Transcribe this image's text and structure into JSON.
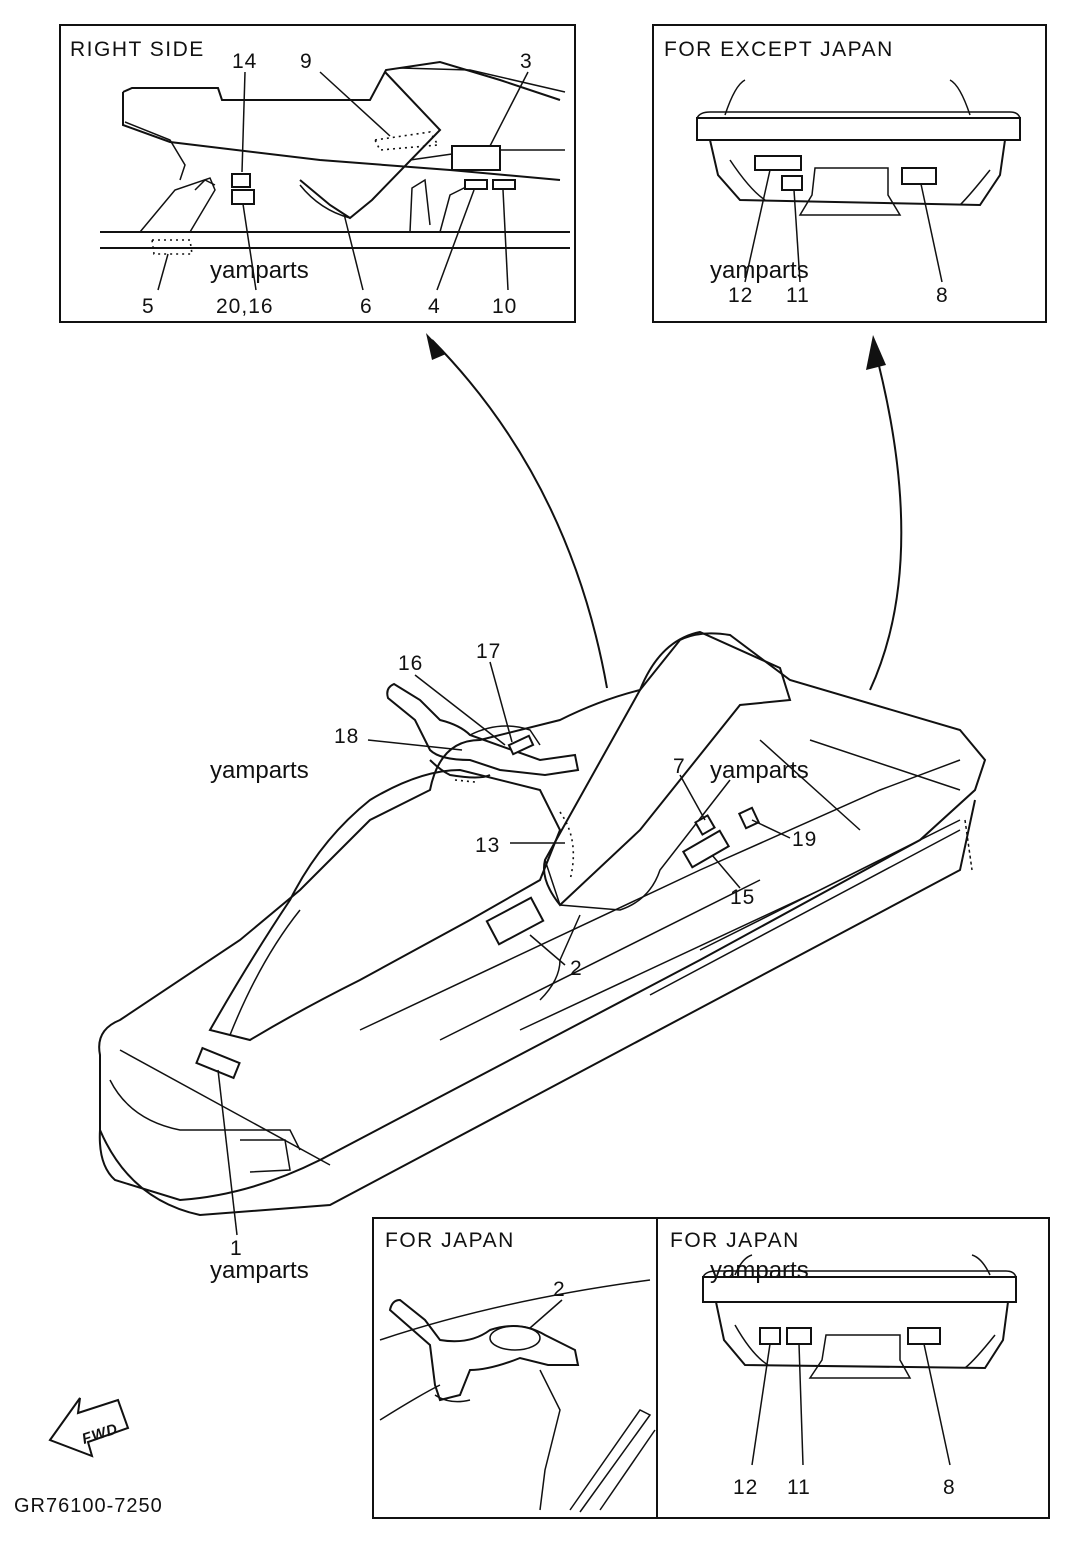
{
  "panels": {
    "right_side": {
      "title": "RIGHT SIDE",
      "callouts": [
        "14",
        "9",
        "3",
        "5",
        "20,16",
        "6",
        "4",
        "10"
      ]
    },
    "except_japan": {
      "title": "FOR EXCEPT JAPAN",
      "callouts": [
        "12",
        "11",
        "8"
      ]
    },
    "japan_left": {
      "title": "FOR JAPAN",
      "callouts": [
        "2"
      ]
    },
    "japan_right": {
      "title": "FOR JAPAN",
      "callouts": [
        "12",
        "11",
        "8"
      ]
    }
  },
  "main_callouts": [
    "16",
    "17",
    "18",
    "7",
    "13",
    "19",
    "15",
    "2",
    "1"
  ],
  "watermark": "yamparts",
  "fwd_label": "FWD",
  "diagram_code": "GR76100-7250"
}
